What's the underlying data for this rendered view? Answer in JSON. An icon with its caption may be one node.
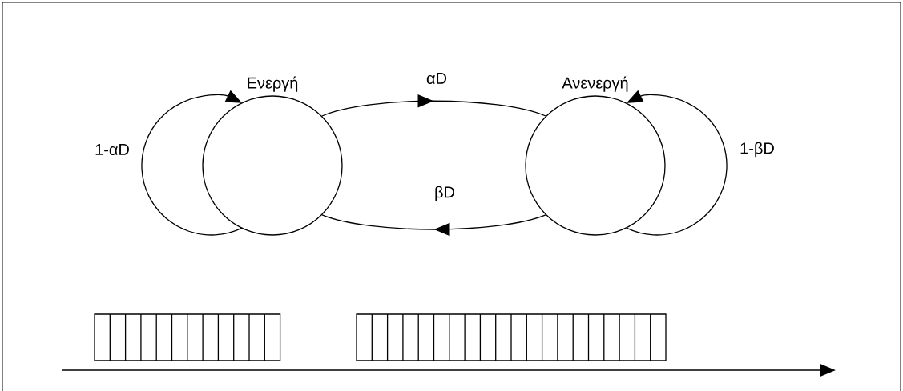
{
  "diagram": {
    "nodes": [
      {
        "text": [
          "Ενεργή"
        ]
      },
      {
        "text": [
          "Ανενεργή"
        ]
      }
    ],
    "edges": [
      {
        "from": 0,
        "to": 1,
        "arrow": "to",
        "label": "αD"
      },
      {
        "from": 1,
        "to": 0,
        "arrow": "to",
        "label": "βD"
      },
      {
        "from": 0,
        "to": 0,
        "arrow": "to",
        "label": "1-αD"
      },
      {
        "from": 1,
        "to": 1,
        "arrow": "to",
        "label": "1-βD"
      }
    ]
  }
}
